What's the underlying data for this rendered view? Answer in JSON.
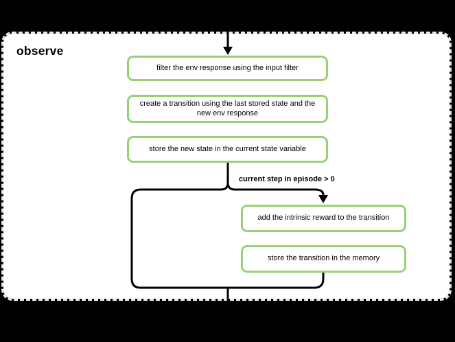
{
  "title": "observe",
  "nodes": [
    {
      "id": "filter-env-response",
      "label": "filter the env response using the input filter"
    },
    {
      "id": "create-transition",
      "label": "create a transition using the last stored state and the new env response"
    },
    {
      "id": "store-new-state",
      "label": "store the new state in the current state variable"
    },
    {
      "id": "add-intrinsic-reward",
      "label": "add the intrinsic reward to the transition"
    },
    {
      "id": "store-transition",
      "label": "store the transition in the memory"
    }
  ],
  "condition_label": "current step in episode > 0",
  "colors": {
    "background": "#000000",
    "panel_bg": "#ffffff",
    "panel_border": "#e8e8e8",
    "node_border": "#97d077",
    "connector": "#000000",
    "text": "#000000"
  }
}
